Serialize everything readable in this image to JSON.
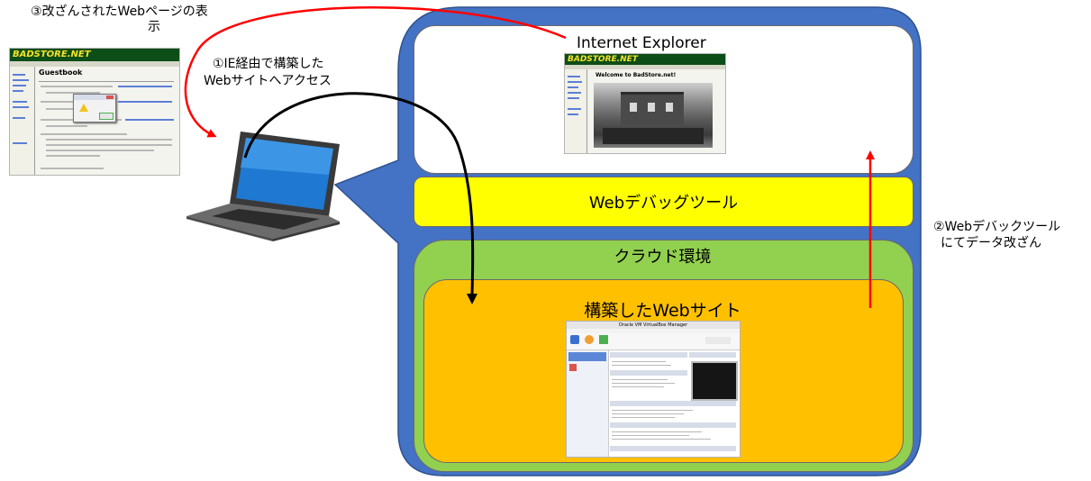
{
  "diagram": {
    "colors": {
      "callout_blue": "#4472c4",
      "debug_yellow": "#ffff00",
      "cloud_green": "#92d050",
      "site_orange": "#ffc000",
      "red_arrow": "#ff0000",
      "black_arrow": "#000000"
    },
    "labels": {
      "step3_line1": "③改ざんされたWebページの表",
      "step3_line2": "示",
      "step1_line1": "①IE経由で構築した",
      "step1_line2": "Webサイトへアクセス",
      "step2_line1": "②Webデバックツール",
      "step2_line2": "にてデータ改ざん",
      "internet_explorer": "Internet Explorer",
      "web_debug_tool": "Webデバッグツール",
      "cloud_env": "クラウド環境",
      "built_site": "構築したWebサイト"
    },
    "thumbnails": {
      "badstore_logo": "BADSTORE.NET",
      "guestbook_title": "Guestbook",
      "welcome_title": "Welcome to BadStore.net!",
      "vbox_title": "Oracle VM VirtualBox Manager"
    },
    "icons": {
      "laptop": "laptop-icon"
    }
  }
}
